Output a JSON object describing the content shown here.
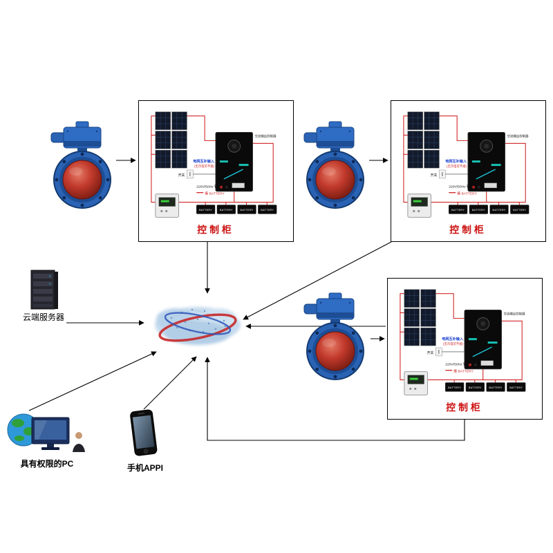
{
  "cabinets": [
    {
      "label": "控制柜"
    },
    {
      "label": "控制柜"
    },
    {
      "label": "控制柜"
    }
  ],
  "cabinet_detail": {
    "grid_input_label": "电网互补输入",
    "grid_input_note": "(无市电可不接)",
    "switch_label": "开关",
    "output_label": "220V/50Hz 输出",
    "battery_wire_label": "接 BATTERY",
    "inverter_note": "交流输出控制器",
    "battery_label": "BATTERY"
  },
  "nodes": {
    "server": {
      "label": "云端服务器"
    },
    "pc": {
      "label": "具有权限的PC"
    },
    "phone": {
      "label": "手机APPI"
    }
  },
  "colors": {
    "cabinet_title": "#cc1111",
    "wire_red": "#cc1111",
    "valve_blue": "#2a62b4",
    "valve_disc_red": "#b03226",
    "cloud_red_orbit": "#c62828",
    "cloud_blue_orbit": "#2f55b8"
  }
}
